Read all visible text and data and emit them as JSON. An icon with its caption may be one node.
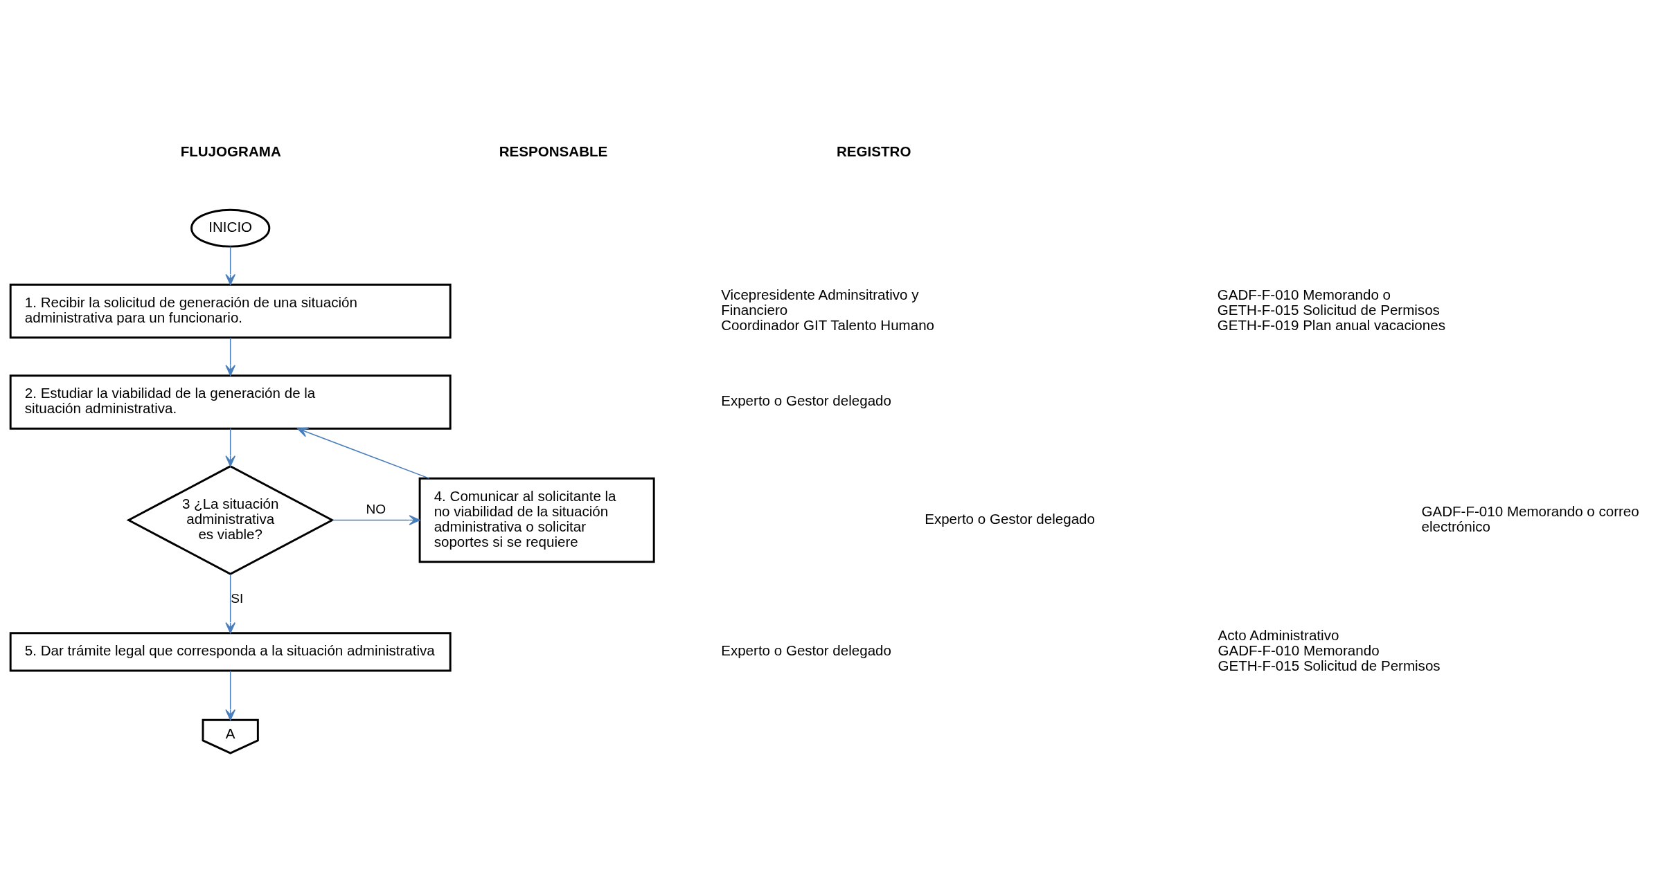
{
  "diagram": {
    "nodes": [
      {
        "text": [
          "INICIO"
        ]
      },
      {
        "text": [
          "1. Recibir la solicitud de generación de una situación administrativa para un funcionario."
        ]
      },
      {
        "text": [
          "2. Estudiar la viabilidad de la generación de la situación administrativa."
        ]
      },
      {
        "text": [
          "3 ¿La situación administrativa es viable?"
        ]
      },
      {
        "text": [
          "4. Comunicar al solicitante la no viabilidad de la situación administrativa o solicitar soportes si se requiere"
        ]
      },
      {
        "text": [
          "5. Dar trámite legal que corresponda a la situación administrativa"
        ]
      },
      {
        "text": [
          "A"
        ]
      }
    ],
    "edges": [
      {
        "from": 0,
        "to": 1,
        "arrow": "to"
      },
      {
        "from": 1,
        "to": 2,
        "arrow": "to"
      },
      {
        "from": 2,
        "to": 3,
        "arrow": "to"
      },
      {
        "from": 3,
        "to": 4,
        "arrow": "to",
        "label": "NO"
      },
      {
        "from": 4,
        "to": 2,
        "arrow": "to"
      },
      {
        "from": 3,
        "to": 5,
        "arrow": "to",
        "label": "SI"
      },
      {
        "from": 5,
        "to": 6,
        "arrow": "to"
      }
    ],
    "labels": [
      "FLUJOGRAMA",
      "RESPONSABLE",
      "REGISTRO",
      "Vicepresidente Adminsitrativo y Financiero",
      "Coordinador GIT Talento Humano",
      "GADF-F-010 Memorando o",
      "GETH-F-015 Solicitud de Permisos",
      "GETH-F-019 Plan anual vacaciones",
      "Experto o Gestor delegado",
      "Experto o Gestor delegado",
      "GADF-F-010 Memorando o correo electrónico",
      "Experto o Gestor delegado",
      "Acto Administrativo",
      "GADF-F-010 Memorando",
      "GETH-F-015 Solicitud de Permisos"
    ]
  }
}
